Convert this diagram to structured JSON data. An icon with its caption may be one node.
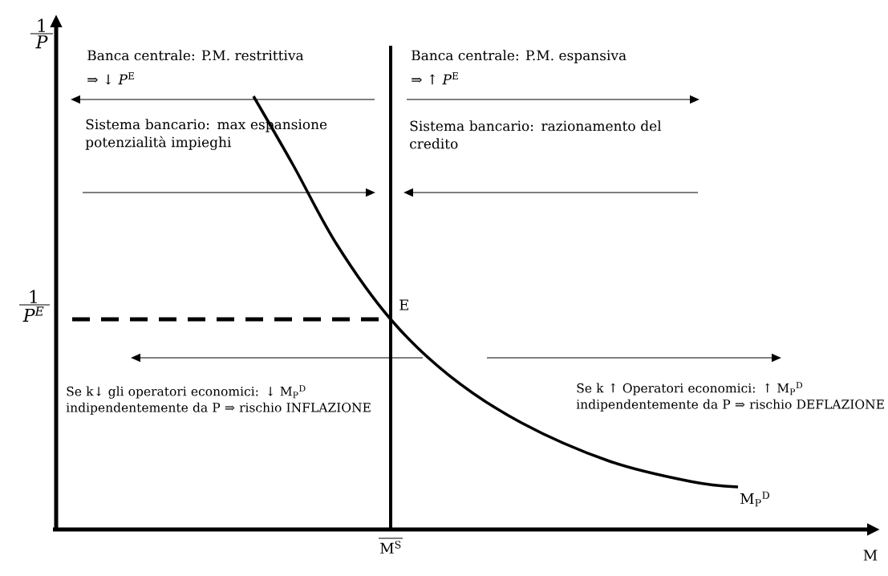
{
  "diagram": {
    "labels": [
      "1",
      "P",
      "Banca centrale: P.M. restrittiva",
      "⇒ ↓ *P*$^{E}$",
      "Banca centrale: P.M. espansiva",
      "⇒ ↑ *P*$^{E}$",
      "Sistema bancario: max espansione potenzialità impieghi",
      "Sistema bancario: razionamento del credito",
      "1",
      "P$^{E}$",
      "E",
      "Se k↓ gli operatori economici: ↓ M$_{P}$$^{D}$ indipendentemente da P ⇒ rischio INFLAZIONE",
      "Se k ↑ Operatori economici: ↑ M$_{P}$$^{D}$ indipendentemente da P ⇒ rischio DEFLAZIONE",
      "M$_{P}$$^{D}$",
      "M$^{S}$",
      "M"
    ]
  }
}
